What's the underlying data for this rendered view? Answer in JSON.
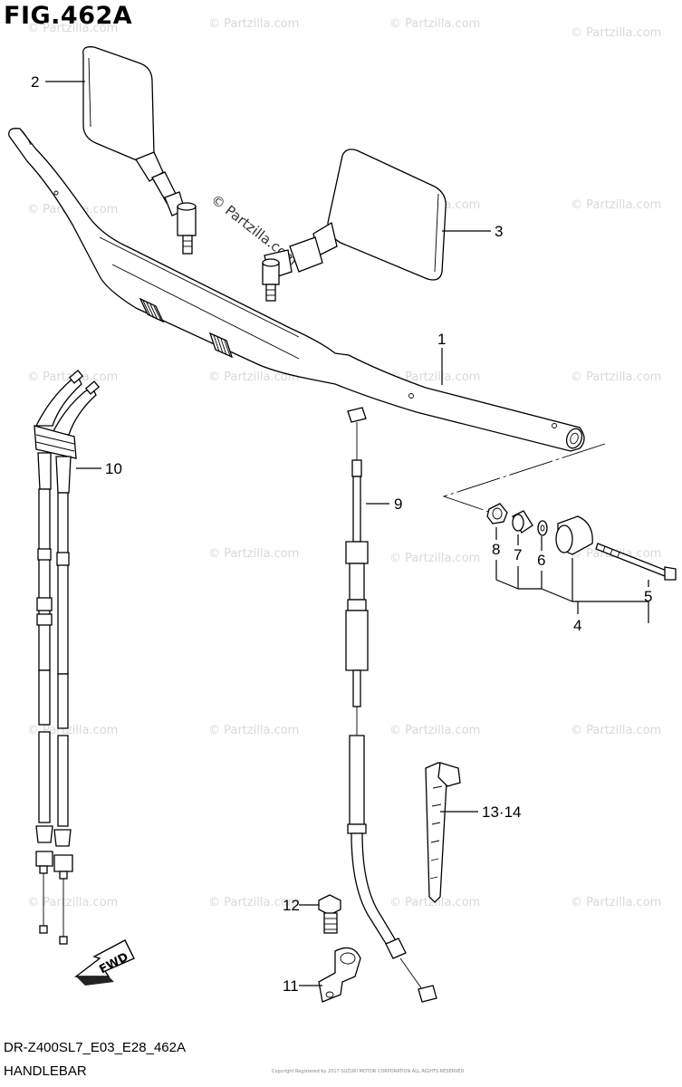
{
  "figure": {
    "title": "FIG.462A",
    "code": "DR-Z400SL7_E03_E28_462A",
    "name": "HANDLEBAR",
    "copyright_tiny": "Copyright\nRegistered by 2017 SUZUKI MOTOR CORPORATION ALL RIGHTS RESERVED"
  },
  "watermark": {
    "text": "© Partzilla.com",
    "prominent_text": "© Partzilla.com"
  },
  "fwd_label": "FWD",
  "callouts": [
    {
      "id": "1",
      "label": "1",
      "part": "handlebar"
    },
    {
      "id": "2",
      "label": "2",
      "part": "left-mirror"
    },
    {
      "id": "3",
      "label": "3",
      "part": "right-mirror"
    },
    {
      "id": "4",
      "label": "4",
      "part": "balancer-assembly"
    },
    {
      "id": "5",
      "label": "5",
      "part": "balancer-bolt"
    },
    {
      "id": "6",
      "label": "6",
      "part": "washer"
    },
    {
      "id": "7",
      "label": "7",
      "part": "spacer"
    },
    {
      "id": "8",
      "label": "8",
      "part": "nut"
    },
    {
      "id": "9",
      "label": "9",
      "part": "clutch-cable"
    },
    {
      "id": "10",
      "label": "10",
      "part": "throttle-cables"
    },
    {
      "id": "11",
      "label": "11",
      "part": "cable-clamp"
    },
    {
      "id": "12",
      "label": "12",
      "part": "clamp-bolt"
    },
    {
      "id": "13-14",
      "label": "13·14",
      "part": "cable-tie"
    }
  ]
}
